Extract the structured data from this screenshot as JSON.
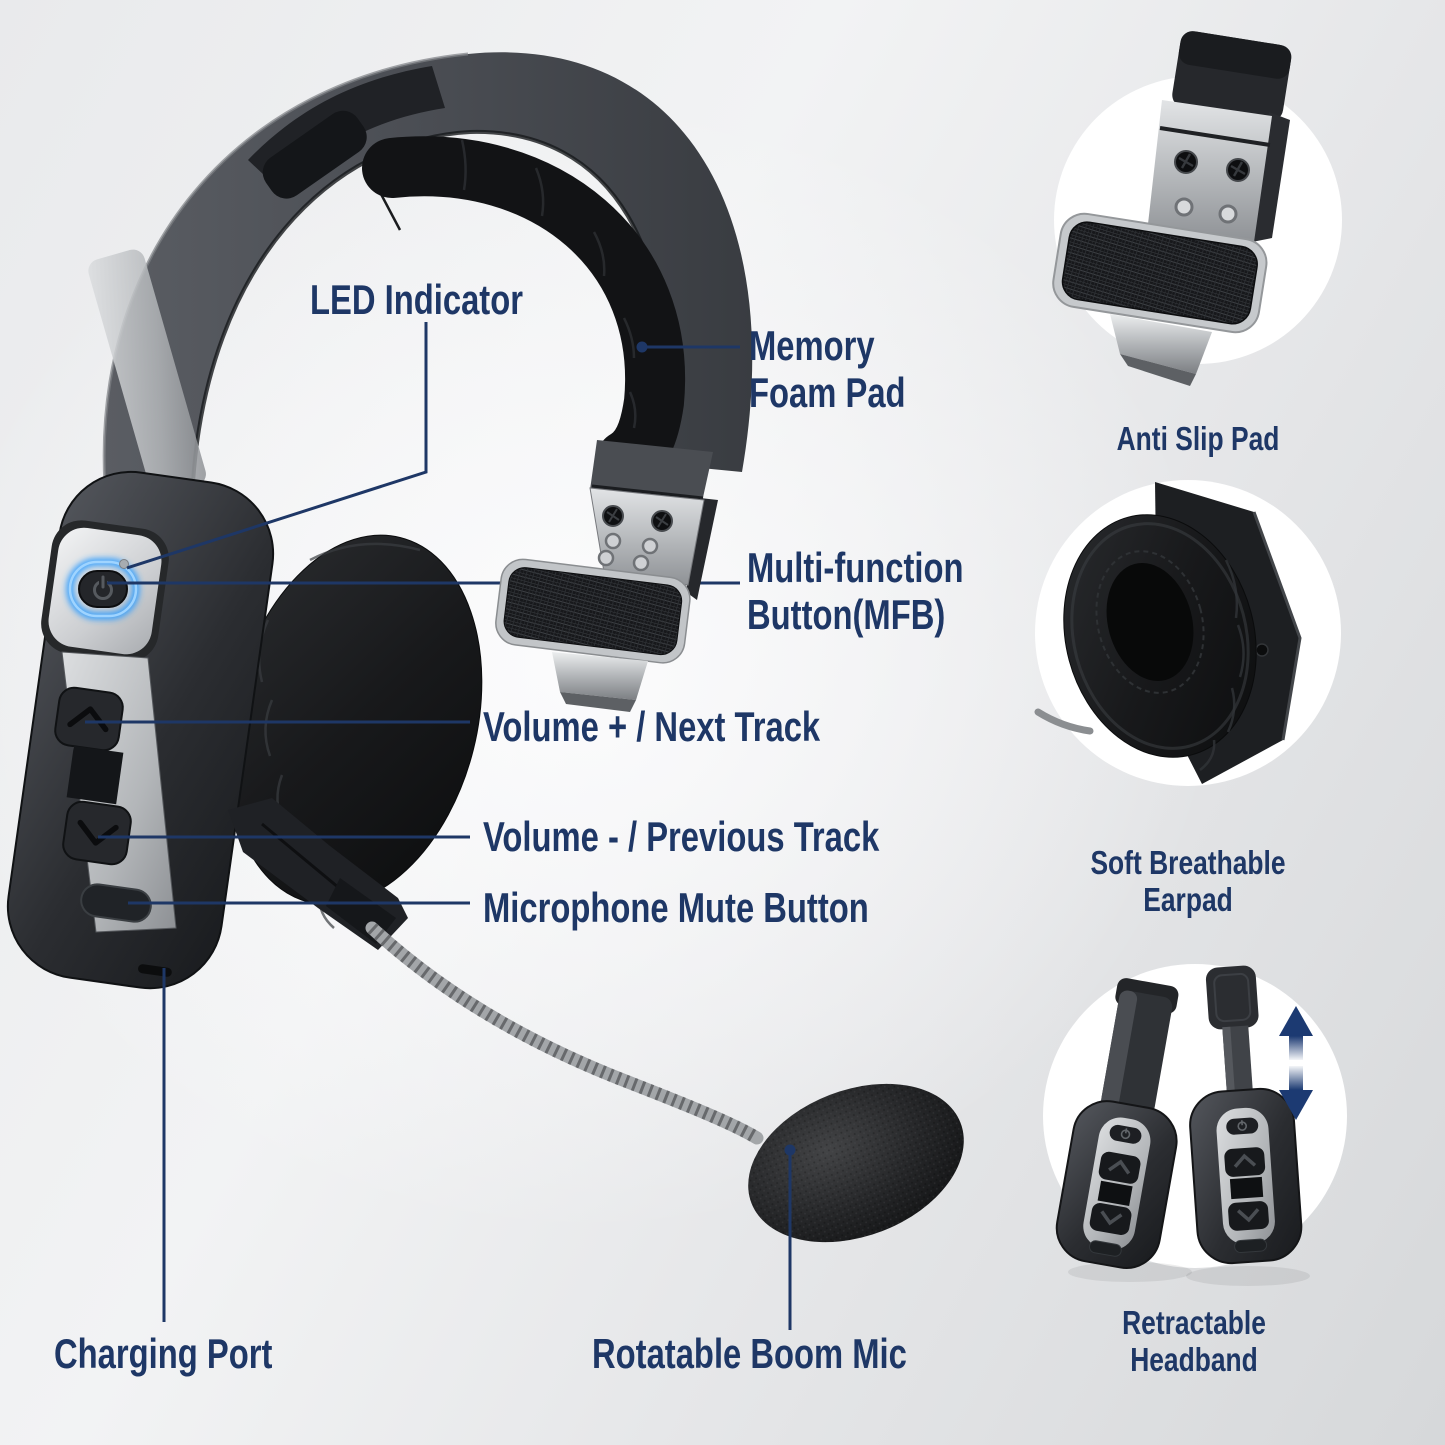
{
  "colors": {
    "accent_navy": "#1e3766",
    "leader_line": "#1e3766",
    "led_glow_blue": "#2f9dff",
    "extend_arrow_blue": "#1c3a72"
  },
  "callouts": {
    "led_indicator": "LED Indicator",
    "memory_foam_pad": [
      "Memory",
      "Foam Pad"
    ],
    "multi_function_button": [
      "Multi-function",
      "Button(MFB)"
    ],
    "volume_up": "Volume + / Next Track",
    "volume_down": "Volume - / Previous Track",
    "mic_mute": "Microphone Mute Button",
    "charging_port": "Charging Port",
    "boom_mic": "Rotatable Boom Mic"
  },
  "feature_panels": [
    {
      "id": "anti-slip-pad",
      "lines": [
        "Anti Slip Pad"
      ]
    },
    {
      "id": "soft-breathable-earpad",
      "lines": [
        "Soft Breathable",
        "Earpad"
      ]
    },
    {
      "id": "retractable-headband",
      "lines": [
        "Retractable",
        "Headband"
      ]
    }
  ],
  "icons": {
    "power": "power-symbol on multi-function button",
    "chevron_up": "volume up glyph",
    "chevron_down": "volume down glyph",
    "extend_arrows": "up/down retract arrows"
  }
}
